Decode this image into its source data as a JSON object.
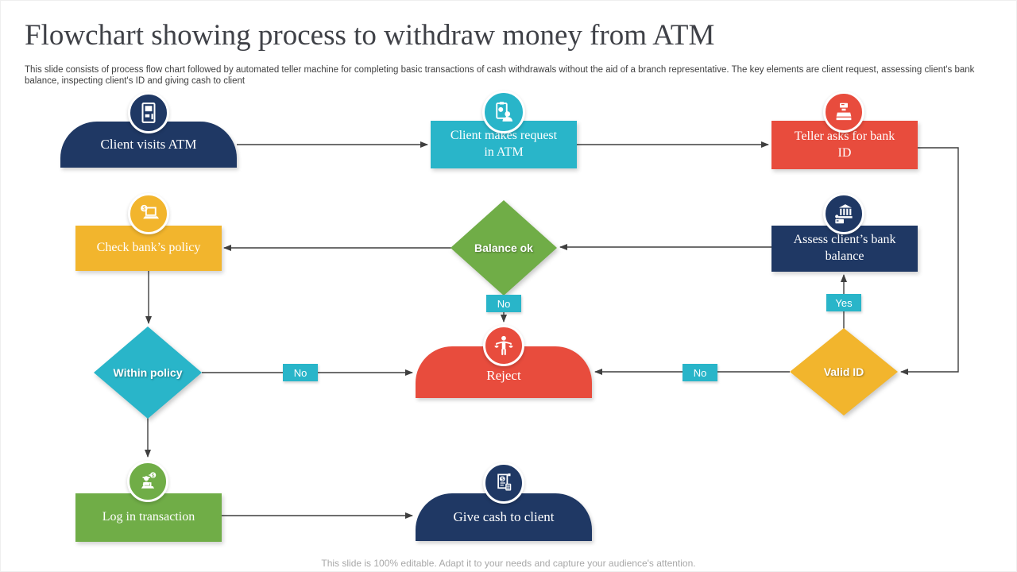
{
  "slide": {
    "title": "Flowchart showing process to withdraw money from ATM",
    "subtitle": "This slide consists of process flow chart followed by automated teller machine for completing basic transactions of cash withdrawals without the aid of a branch representative. The key elements are client request, assessing client's bank balance, inspecting client's ID and giving cash to client",
    "footer": "This slide is 100% editable. Adapt it to your needs and capture your audience's attention."
  },
  "nodes": {
    "client_visits": {
      "label": "Client visits ATM",
      "icon": "atm-icon"
    },
    "client_request": {
      "label": "Client makes request in ATM",
      "icon": "clipboard-person-icon"
    },
    "teller_asks": {
      "label": "Teller asks for bank ID",
      "icon": "cash-register-icon"
    },
    "check_policy": {
      "label": "Check bank’s policy",
      "icon": "laptop-dollar-icon"
    },
    "balance_ok": {
      "label": "Balance ok"
    },
    "assess_balance": {
      "label": "Assess client’s bank balance",
      "icon": "bank-icon"
    },
    "within_policy": {
      "label": "Within policy"
    },
    "reject": {
      "label": "Reject",
      "icon": "scales-person-icon"
    },
    "valid_id": {
      "label": "Valid ID"
    },
    "login_transaction": {
      "label": "Log in transaction",
      "icon": "teller-laptop-icon"
    },
    "give_cash": {
      "label": "Give cash to client",
      "icon": "invoice-calculator-icon"
    }
  },
  "edge_labels": {
    "balance_no": "No",
    "within_no": "No",
    "valid_no": "No",
    "valid_yes": "Yes"
  },
  "colors": {
    "navy": "#1F3864",
    "teal": "#29B5C9",
    "red": "#E84C3D",
    "yellow": "#F2B52D",
    "green": "#70AD47",
    "connector": "#404040"
  }
}
